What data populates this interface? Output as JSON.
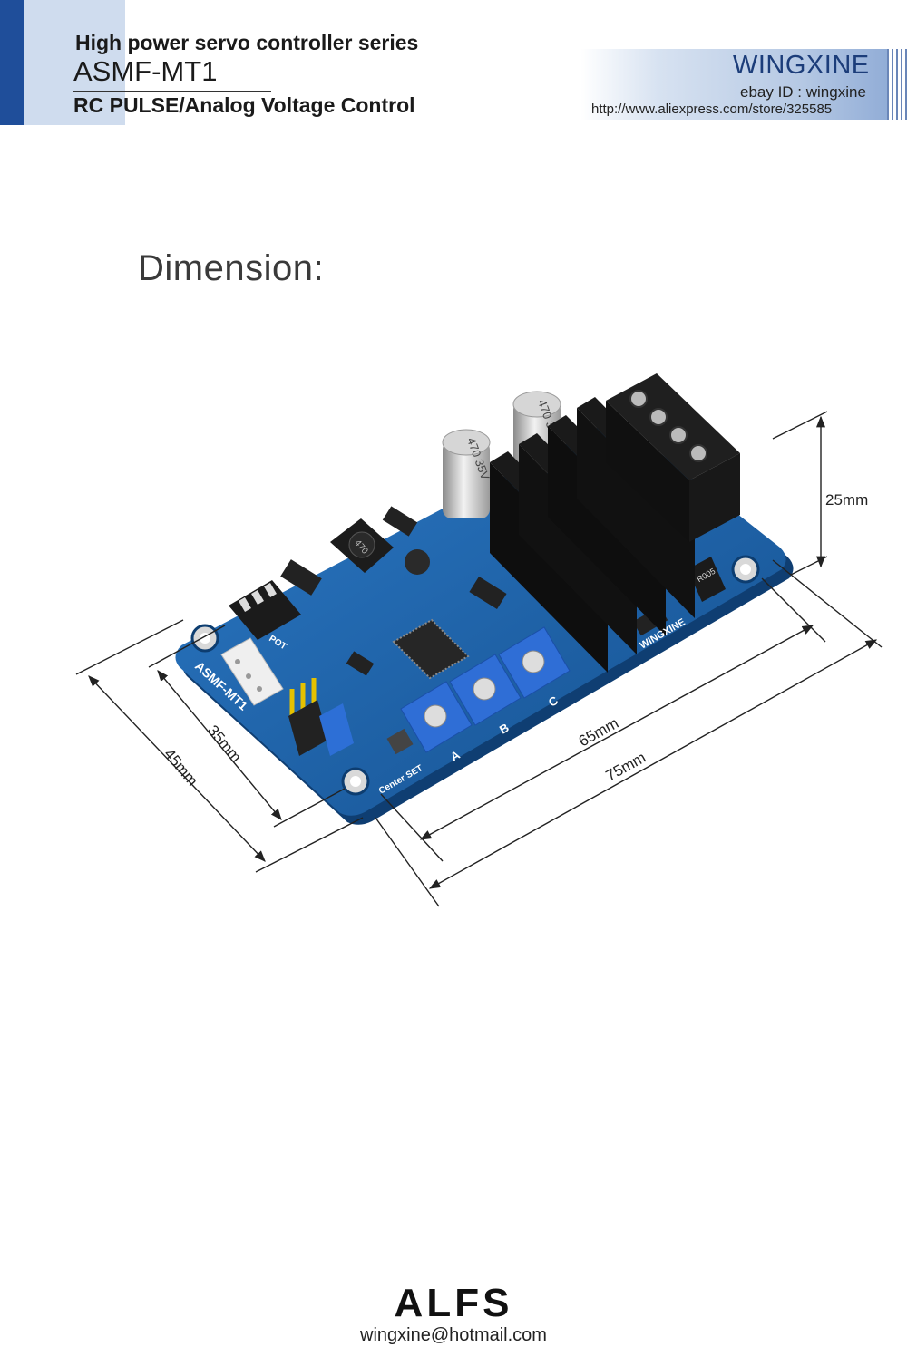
{
  "header": {
    "series": "High power servo controller series",
    "model": "ASMF-MT1",
    "control": "RC PULSE/Analog Voltage Control",
    "brand": "WINGXINE",
    "ebay": "ebay ID : wingxine",
    "url": "http://www.aliexpress.com/store/325585"
  },
  "title": "Dimension:",
  "board": {
    "silk_model": "ASMF-MT1",
    "silk_brand": "WINGXINE",
    "center_set": "Center SET",
    "pot_labels": [
      "A",
      "B",
      "C"
    ],
    "pot": "POT",
    "inductor": "470",
    "shunt": "R005",
    "cap1": "470 35V",
    "cap2": "470 35V"
  },
  "dimensions": {
    "height": "25mm",
    "width_inner": "35mm",
    "width_outer": "45mm",
    "length_inner": "65mm",
    "length_outer": "75mm"
  },
  "footer": {
    "brand": "ALFS",
    "email": "wingxine@hotmail.com"
  },
  "colors": {
    "accent": "#1f4e9a",
    "pcb": "#1e5fa8",
    "potentiometer": "#2f6ed6",
    "heatsink": "#151515"
  }
}
